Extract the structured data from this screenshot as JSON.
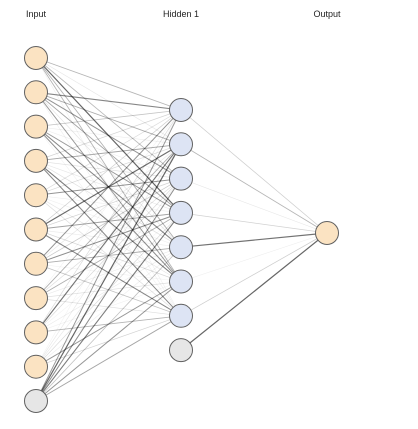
{
  "layers": [
    {
      "label": "Input",
      "nodes": 10,
      "bias": true
    },
    {
      "label": "Hidden 1",
      "nodes": 7,
      "bias": true
    },
    {
      "label": "Output",
      "nodes": 1,
      "bias": false
    }
  ],
  "colors": {
    "input_node": "#fbe3c2",
    "hidden_node": "#dde4f4",
    "output_node": "#fbe3c2",
    "bias_node": "#e6e6e6",
    "node_stroke": "#606060",
    "edge": "#000000"
  }
}
